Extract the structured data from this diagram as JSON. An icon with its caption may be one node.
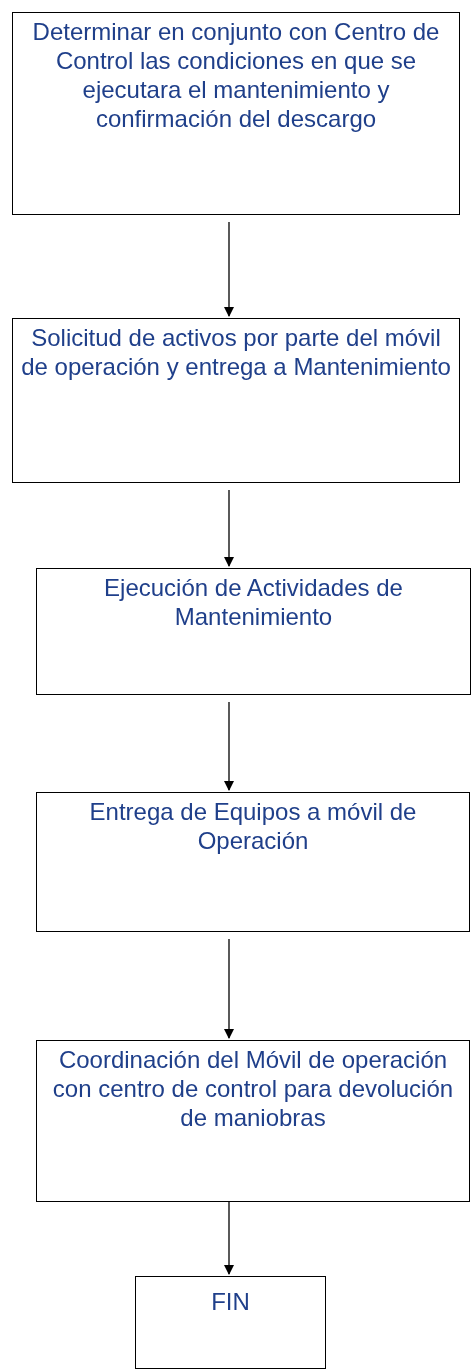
{
  "diagram": {
    "nodes": [
      {
        "text": [
          "Determinar en conjunto con Centro de Control las condiciones en que se ejecutara el mantenimiento y confirmación del descargo"
        ]
      },
      {
        "text": [
          "Solicitud de activos por parte del móvil de operación y entrega a Mantenimiento"
        ]
      },
      {
        "text": [
          "Ejecución de Actividades de Mantenimiento"
        ]
      },
      {
        "text": [
          "Entrega de Equipos a móvil de Operación"
        ]
      },
      {
        "text": [
          "Coordinación del Móvil de operación con centro de control para devolución de maniobras"
        ]
      },
      {
        "text": [
          "FIN"
        ]
      }
    ],
    "edges": [
      {
        "from": 0,
        "to": 1,
        "arrow": "to"
      },
      {
        "from": 1,
        "to": 2,
        "arrow": "to"
      },
      {
        "from": 2,
        "to": 3,
        "arrow": "to"
      },
      {
        "from": 3,
        "to": 4,
        "arrow": "to"
      },
      {
        "from": 4,
        "to": 5,
        "arrow": "to"
      }
    ]
  }
}
